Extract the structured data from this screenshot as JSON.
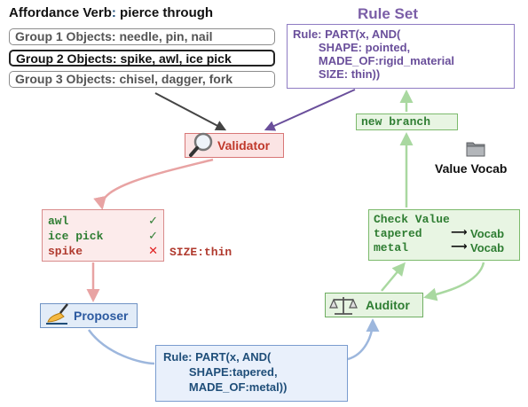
{
  "title": {
    "prefix": "Affordance Verb",
    "colon": ":",
    "verb": "pierce through"
  },
  "groups": [
    {
      "label": "Group 1 Objects: needle, pin, nail"
    },
    {
      "label": "Group 2 Objects: spike, awl, ice pick"
    },
    {
      "label": "Group 3 Objects: chisel, dagger, fork"
    }
  ],
  "rule_set": {
    "title": "Rule Set",
    "lines": [
      "Rule: PART(x, AND(",
      "        SHAPE: pointed,",
      "        MADE_OF:rigid_material",
      "        SIZE: thin))"
    ]
  },
  "validator": {
    "label": "Validator",
    "icon": "magnifier-icon"
  },
  "validation": {
    "items": [
      {
        "name": "awl",
        "status": "pass",
        "mark": "✓"
      },
      {
        "name": "ice pick",
        "status": "pass",
        "mark": "✓"
      },
      {
        "name": "spike",
        "status": "fail",
        "mark": "✕"
      }
    ],
    "failure_reason": "SIZE:thin"
  },
  "proposer": {
    "label": "Proposer",
    "icon": "writing-hand-icon"
  },
  "proposed_rule": {
    "lines": [
      "Rule: PART(x, AND(",
      "        SHAPE:tapered,",
      "        MADE_OF:metal))"
    ]
  },
  "auditor": {
    "label": "Auditor",
    "icon": "scales-icon"
  },
  "check_value": {
    "title": "Check Value",
    "rows": [
      {
        "value": "tapered",
        "target": "Vocab"
      },
      {
        "value": "metal",
        "target": "Vocab"
      }
    ]
  },
  "new_branch": {
    "label": "new branch"
  },
  "value_vocab": {
    "label": "Value Vocab",
    "icon": "folder-icon"
  },
  "colors": {
    "validator": "#c0392b",
    "proposer": "#2c5aa0",
    "auditor": "#2e7d32",
    "rule_set": "#7b5ea7"
  }
}
